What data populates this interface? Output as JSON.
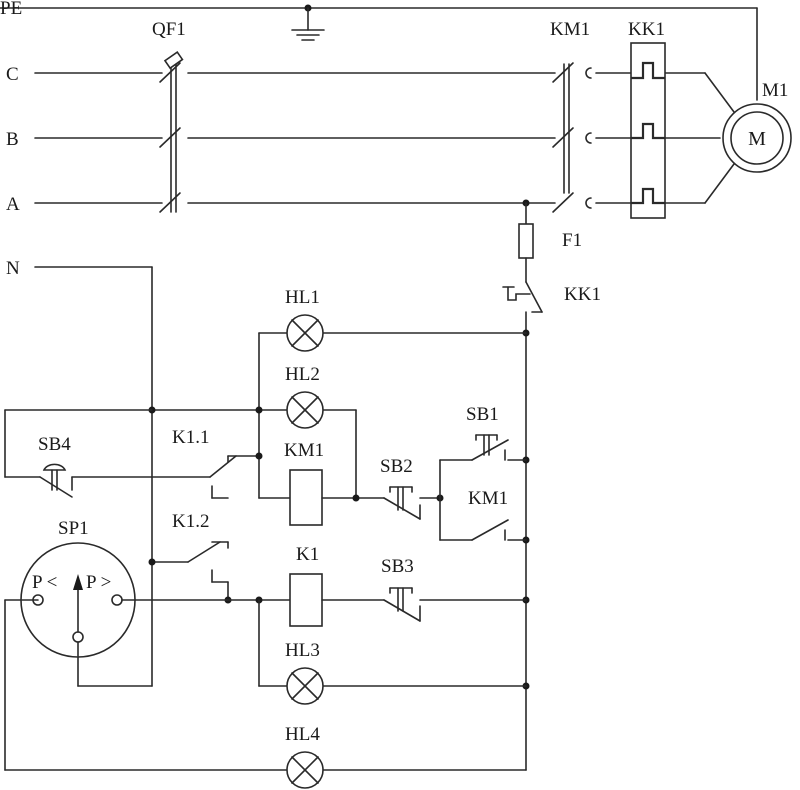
{
  "lines": {
    "pe": "PE",
    "c": "C",
    "b": "B",
    "a": "A",
    "n": "N"
  },
  "components": {
    "qf1": "QF1",
    "km1_top": "KM1",
    "kk1_top": "KK1",
    "m1": "M1",
    "motor": "M",
    "f1": "F1",
    "kk1_contact": "KK1",
    "hl1": "HL1",
    "hl2": "HL2",
    "km1_coil": "KM1",
    "sb1": "SB1",
    "sb2": "SB2",
    "km1_contact": "KM1",
    "sb4": "SB4",
    "k1_1": "K1.1",
    "sp1": "SP1",
    "k1_2": "K1.2",
    "k1_coil": "K1",
    "sb3": "SB3",
    "p_low": "P <",
    "p_high": "P >",
    "hl3": "HL3",
    "hl4": "HL4"
  }
}
